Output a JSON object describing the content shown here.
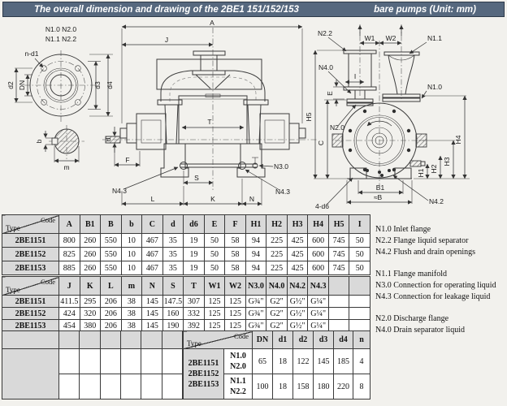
{
  "header": {
    "title_left": "The overall dimension and drawing of the 2BE1 151/152/153",
    "title_right": "bare pumps (Unit: mm)",
    "bar_color": "#56687e",
    "text_color": "#ffffff"
  },
  "drawing": {
    "flange_view": {
      "row1": "N1.0  N2.0",
      "row2": "N1.1  N2.2",
      "bolt_note": "n-d1",
      "dim_d2": "d2",
      "dim_DN": "DN",
      "dim_d3": "d3",
      "dim_d4": "d4"
    },
    "shaft_section": {
      "dim_b": "b",
      "dim_m": "m"
    },
    "front_view": {
      "dim_A": "A",
      "dim_J": "J",
      "dim_T": "T",
      "dim_d": "d",
      "dim_F": "F",
      "dim_S": "S",
      "dim_L": "L",
      "dim_K": "K",
      "dim_N": "N",
      "label_n43_left": "N4.3",
      "label_n30": "N3.0",
      "label_n43_right": "N4.3"
    },
    "side_view": {
      "dim_W1": "W1",
      "dim_W2": "W2",
      "dim_E": "E",
      "dim_I": "I",
      "dim_H5": "H5",
      "dim_C": "C",
      "dim_H1": "H1",
      "dim_H2": "H2",
      "dim_H3": "H3",
      "dim_H4": "H4",
      "dim_B1": "B1",
      "dim_B": "≈B",
      "label_n22": "N2.2",
      "label_n40": "N4.0",
      "label_n20": "N2.0",
      "label_n11": "N1.1",
      "label_n10": "N1.0",
      "label_4d6": "4-d6",
      "label_n42": "N4.2"
    }
  },
  "table1": {
    "corner": {
      "top": "Code",
      "bottom": "Type"
    },
    "columns": [
      "A",
      "B1",
      "B",
      "b",
      "C",
      "d",
      "d6",
      "E",
      "F",
      "H1",
      "H2",
      "H3",
      "H4",
      "H5",
      "I"
    ],
    "rows": [
      {
        "type": "2BE1151",
        "values": [
          "800",
          "260",
          "550",
          "10",
          "467",
          "35",
          "19",
          "50",
          "58",
          "94",
          "225",
          "425",
          "600",
          "745",
          "50"
        ]
      },
      {
        "type": "2BE1152",
        "values": [
          "825",
          "260",
          "550",
          "10",
          "467",
          "35",
          "19",
          "50",
          "58",
          "94",
          "225",
          "425",
          "600",
          "745",
          "50"
        ]
      },
      {
        "type": "2BE1153",
        "values": [
          "885",
          "260",
          "550",
          "10",
          "467",
          "35",
          "19",
          "50",
          "58",
          "94",
          "225",
          "425",
          "600",
          "745",
          "50"
        ]
      }
    ]
  },
  "table2": {
    "corner": {
      "top": "Code",
      "bottom": "Type"
    },
    "columns": [
      "J",
      "K",
      "L",
      "m",
      "N",
      "S",
      "T",
      "W1",
      "W2",
      "N3.0",
      "N4.0",
      "N4.2",
      "N4.3",
      "",
      ""
    ],
    "rows": [
      {
        "type": "2BE1151",
        "values": [
          "411.5",
          "295",
          "206",
          "38",
          "145",
          "147.5",
          "307",
          "125",
          "125",
          "G¾\"",
          "G2\"",
          "G½\"",
          "G¼\"",
          "",
          ""
        ]
      },
      {
        "type": "2BE1152",
        "values": [
          "424",
          "320",
          "206",
          "38",
          "145",
          "160",
          "332",
          "125",
          "125",
          "G¾\"",
          "G2\"",
          "G½\"",
          "G¼\"",
          "",
          ""
        ]
      },
      {
        "type": "2BE1153",
        "values": [
          "454",
          "380",
          "206",
          "38",
          "145",
          "190",
          "392",
          "125",
          "125",
          "G¾\"",
          "G2\"",
          "G½\"",
          "G¼\"",
          "",
          ""
        ]
      }
    ]
  },
  "table3": {
    "corner": {
      "top": "Code",
      "bottom": "Type"
    },
    "type_cell": [
      "2BE1151",
      "2BE1152",
      "2BE1153"
    ],
    "columns": [
      "DN",
      "d1",
      "d2",
      "d3",
      "d4",
      "n"
    ],
    "rows": [
      {
        "code": [
          "N1.0",
          "N2.0"
        ],
        "values": [
          "65",
          "18",
          "122",
          "145",
          "185",
          "4"
        ]
      },
      {
        "code": [
          "N1.1",
          "N2.2"
        ],
        "values": [
          "100",
          "18",
          "158",
          "180",
          "220",
          "8"
        ]
      }
    ]
  },
  "legend": {
    "groups": [
      [
        "N1.0 Inlet flange",
        "N2.2 Flange liquid separator",
        "N4.2 Flush and drain openings"
      ],
      [
        "N1.1 Flange manifold",
        "N3.0 Connection for operating liquid",
        "N4.3 Connection for leakage liquid"
      ],
      [
        "N2.0 Discharge flange",
        "N4.0 Drain separator liquid"
      ]
    ]
  }
}
